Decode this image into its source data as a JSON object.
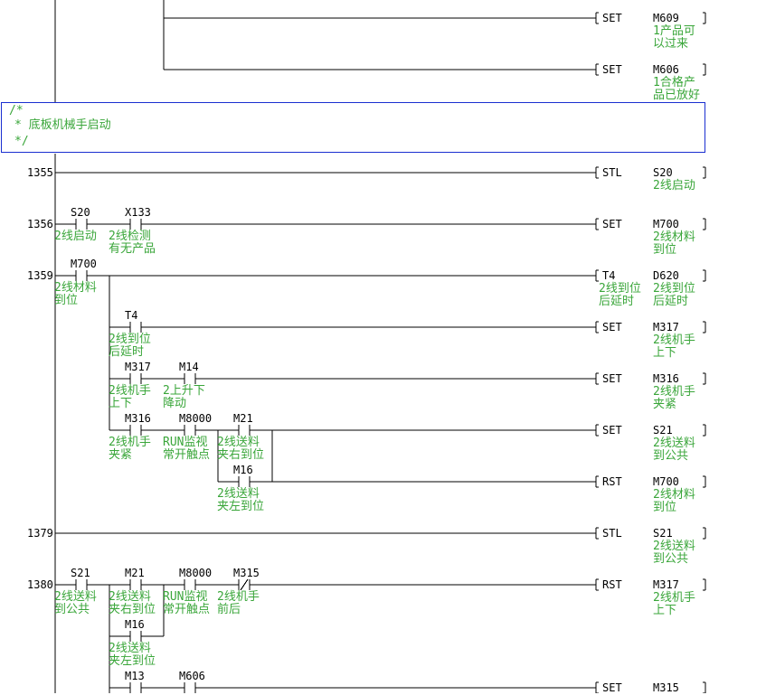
{
  "comment_block": {
    "open": "/*",
    "body": "*  底板机械手启动",
    "close": "*/"
  },
  "steps": [
    "1355",
    "1356",
    "1359",
    "1379",
    "1380"
  ],
  "contacts": [
    {
      "id": "c_s20",
      "label": "S20",
      "comment": "2线启动"
    },
    {
      "id": "c_x133",
      "label": "X133",
      "comment": "2线检测\n有无产品"
    },
    {
      "id": "c_m700",
      "label": "M700",
      "comment": "2线材料\n到位"
    },
    {
      "id": "c_t4",
      "label": "T4",
      "comment": "2线到位\n后延时"
    },
    {
      "id": "c_m317",
      "label": "M317",
      "comment": "2线机手\n上下"
    },
    {
      "id": "c_m14",
      "label": "M14",
      "comment": "2上升下\n降动"
    },
    {
      "id": "c_m316",
      "label": "M316",
      "comment": "2线机手\n夹紧"
    },
    {
      "id": "c_m8000a",
      "label": "M8000",
      "comment": "RUN监视\n常开触点"
    },
    {
      "id": "c_m21a",
      "label": "M21",
      "comment": "2线送料\n夹右到位"
    },
    {
      "id": "c_m16a",
      "label": "M16",
      "comment": "2线送料\n夹左到位"
    },
    {
      "id": "c_s21",
      "label": "S21",
      "comment": "2线送料\n到公共"
    },
    {
      "id": "c_m21b",
      "label": "M21",
      "comment": "2线送料\n夹右到位"
    },
    {
      "id": "c_m8000b",
      "label": "M8000",
      "comment": "RUN监视\n常开触点"
    },
    {
      "id": "c_m315",
      "label": "M315",
      "comment": "2线机手\n前后"
    },
    {
      "id": "c_m16b",
      "label": "M16",
      "comment": "2线送料\n夹左到位"
    },
    {
      "id": "c_m13",
      "label": "M13",
      "comment": ""
    },
    {
      "id": "c_m606",
      "label": "M606",
      "comment": ""
    }
  ],
  "coils": [
    {
      "id": "o_m609",
      "instr": "SET",
      "op": "M609",
      "comment": "1产品可\n以过来"
    },
    {
      "id": "o_m606",
      "instr": "SET",
      "op": "M606",
      "comment": "1合格产\n品已放好"
    },
    {
      "id": "o_stl_s20",
      "instr": "STL",
      "op": "S20",
      "comment": "2线启动"
    },
    {
      "id": "o_m700",
      "instr": "SET",
      "op": "M700",
      "comment": "2线材料\n到位"
    },
    {
      "id": "o_t4",
      "instr": "T4",
      "op": "D620",
      "comment": "2线到位\n后延时",
      "comment_instr": "2线到位\n后延时"
    },
    {
      "id": "o_m317",
      "instr": "SET",
      "op": "M317",
      "comment": "2线机手\n上下"
    },
    {
      "id": "o_m316",
      "instr": "SET",
      "op": "M316",
      "comment": "2线机手\n夹紧"
    },
    {
      "id": "o_s21",
      "instr": "SET",
      "op": "S21",
      "comment": "2线送料\n到公共"
    },
    {
      "id": "o_rst_m700",
      "instr": "RST",
      "op": "M700",
      "comment": "2线材料\n到位"
    },
    {
      "id": "o_stl_s21",
      "instr": "STL",
      "op": "S21",
      "comment": "2线送料\n到公共"
    },
    {
      "id": "o_rst_m317",
      "instr": "RST",
      "op": "M317",
      "comment": "2线机手\n上下"
    },
    {
      "id": "o_m315",
      "instr": "SET",
      "op": "M315",
      "comment": ""
    }
  ]
}
